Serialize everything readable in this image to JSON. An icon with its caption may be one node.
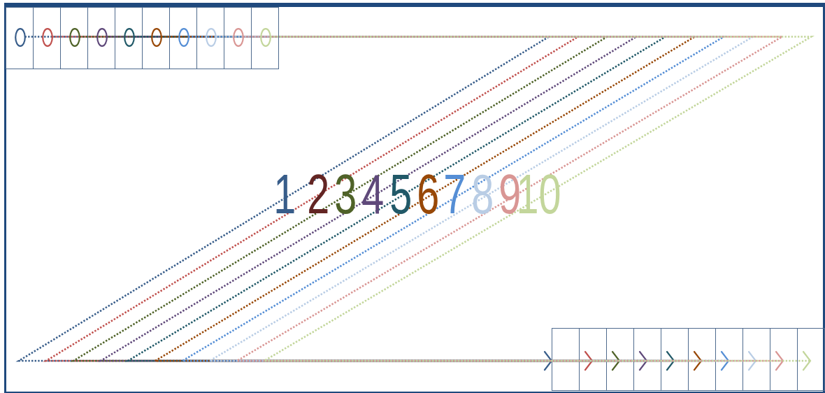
{
  "diagram": {
    "nodes": [
      {
        "text": [],
        "shape": "box"
      },
      {
        "text": [],
        "shape": "box"
      },
      {
        "text": [],
        "shape": "box"
      },
      {
        "text": [],
        "shape": "box"
      },
      {
        "text": [],
        "shape": "box"
      },
      {
        "text": [],
        "shape": "box"
      },
      {
        "text": [],
        "shape": "box"
      },
      {
        "text": [],
        "shape": "box"
      },
      {
        "text": [],
        "shape": "box"
      },
      {
        "text": [],
        "shape": "box"
      },
      {
        "text": [],
        "shape": "circle",
        "in": 0
      },
      {
        "text": [],
        "shape": "circle",
        "in": 1
      },
      {
        "text": [],
        "shape": "circle",
        "in": 2
      },
      {
        "text": [],
        "shape": "circle",
        "in": 3
      },
      {
        "text": [],
        "shape": "circle",
        "in": 4
      },
      {
        "text": [],
        "shape": "circle",
        "in": 5
      },
      {
        "text": [],
        "shape": "circle",
        "in": 6
      },
      {
        "text": [],
        "shape": "circle",
        "in": 7
      },
      {
        "text": [],
        "shape": "circle",
        "in": 8
      },
      {
        "text": [],
        "shape": "circle",
        "in": 9
      }
    ],
    "edges": [
      {
        "from": 10,
        "to": null,
        "arrow": "to",
        "style": "dashed",
        "color": "#385d8a"
      },
      {
        "from": 11,
        "to": null,
        "arrow": "to",
        "style": "dashed",
        "color": "#c0504d"
      },
      {
        "from": 12,
        "to": null,
        "arrow": "to",
        "style": "dashed",
        "color": "#4f6228"
      },
      {
        "from": 13,
        "to": null,
        "arrow": "to",
        "style": "dashed",
        "color": "#5f497a"
      },
      {
        "from": 14,
        "to": null,
        "arrow": "to",
        "style": "dashed",
        "color": "#215968"
      },
      {
        "from": 15,
        "to": null,
        "arrow": "to",
        "style": "dashed",
        "color": "#984807"
      },
      {
        "from": 16,
        "to": null,
        "arrow": "to",
        "style": "dashed",
        "color": "#558ed5"
      },
      {
        "from": 17,
        "to": null,
        "arrow": "to",
        "style": "dashed",
        "color": "#b9cde5"
      },
      {
        "from": 18,
        "to": null,
        "arrow": "to",
        "style": "dashed",
        "color": "#d99694"
      },
      {
        "from": 19,
        "to": null,
        "arrow": "to",
        "style": "dashed",
        "color": "#c3d69b"
      }
    ],
    "labels": [
      "1",
      "2",
      "3",
      "4",
      "5",
      "6",
      "7",
      "8",
      "9",
      "10"
    ]
  }
}
